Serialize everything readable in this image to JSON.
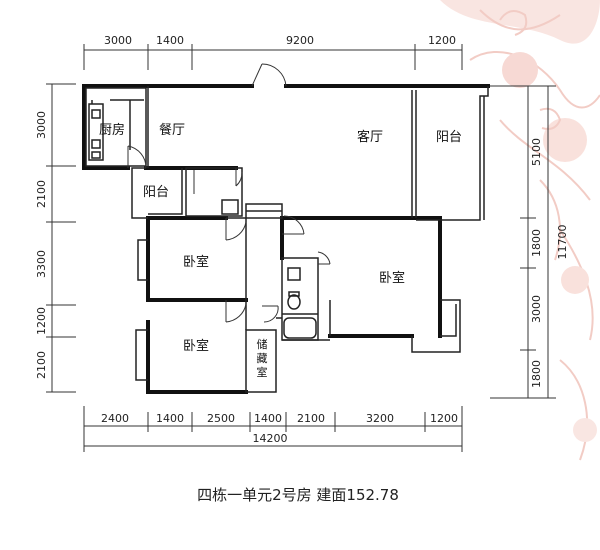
{
  "caption": "四栋一单元2号房  建面152.78",
  "rooms": {
    "kitchen": "厨房",
    "dining": "餐厅",
    "living": "客厅",
    "balcony_east": "阳台",
    "balcony_west": "阳台",
    "bedroom_mid": "卧室",
    "bedroom_master": "卧室",
    "bedroom_south": "卧室",
    "storage_line1": "储",
    "storage_line2": "藏",
    "storage_line3": "室"
  },
  "dims_top": [
    "3000",
    "1400",
    "9200",
    "1200"
  ],
  "dims_bottom": [
    "2400",
    "1400",
    "2500",
    "1400",
    "2100",
    "3200",
    "1200"
  ],
  "dims_bottom_total": "14200",
  "dims_left": [
    "3000",
    "2100",
    "3300",
    "1200",
    "2100"
  ],
  "dims_right": [
    "5100",
    "1800",
    "3000",
    "1800"
  ],
  "dims_right_total": "11700",
  "colors": {
    "wall": "#111111",
    "line": "#333333",
    "background": "#ffffff",
    "floral": "#f3c9c2"
  }
}
